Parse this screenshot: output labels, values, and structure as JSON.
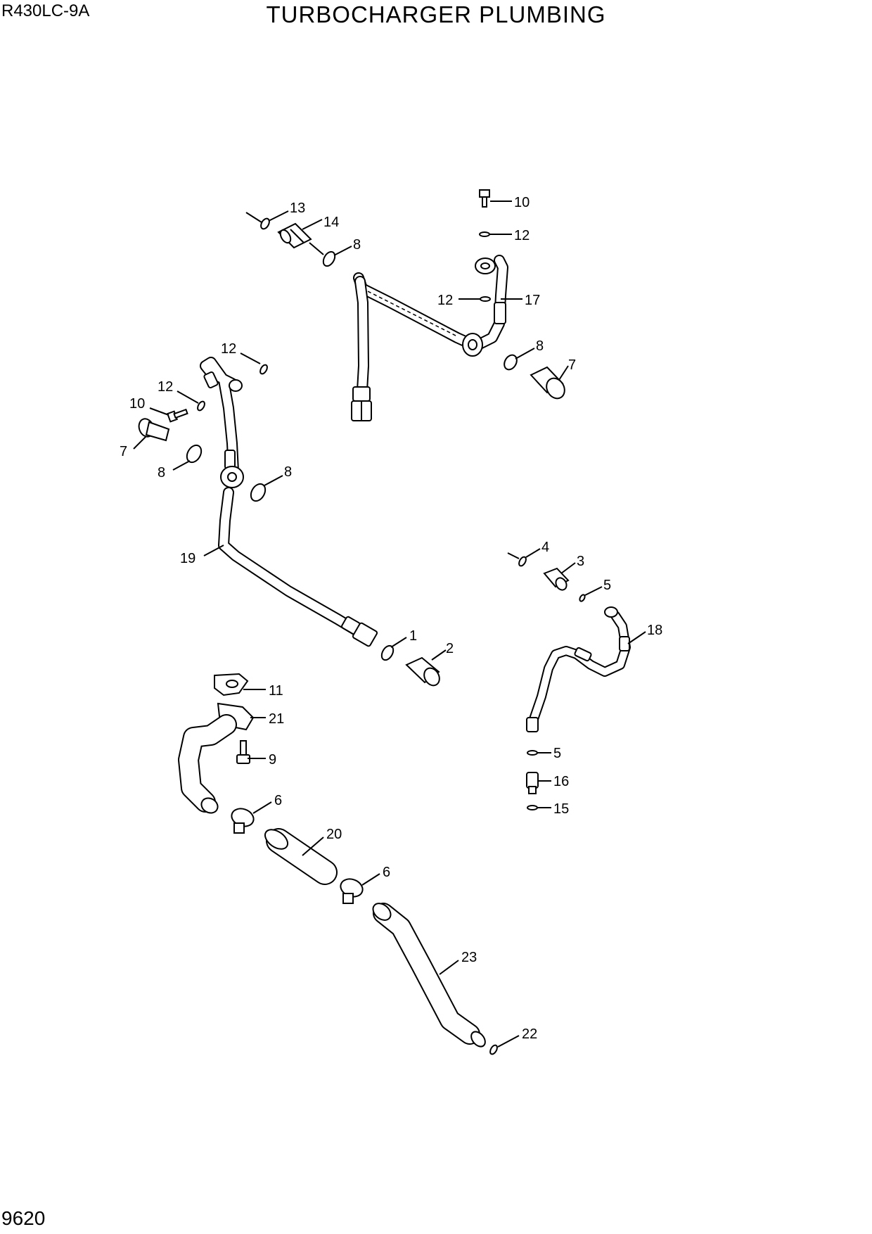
{
  "header": {
    "model": "R430LC-9A",
    "title": "TURBOCHARGER PLUMBING"
  },
  "footer": {
    "page_number": "9620"
  },
  "callouts": [
    "13",
    "14",
    "8",
    "10",
    "12",
    "12",
    "17",
    "8",
    "7",
    "12",
    "12",
    "10",
    "7",
    "8",
    "8",
    "19",
    "1",
    "2",
    "4",
    "3",
    "5",
    "18",
    "5",
    "16",
    "15",
    "11",
    "21",
    "9",
    "6",
    "20",
    "6",
    "23",
    "22"
  ]
}
